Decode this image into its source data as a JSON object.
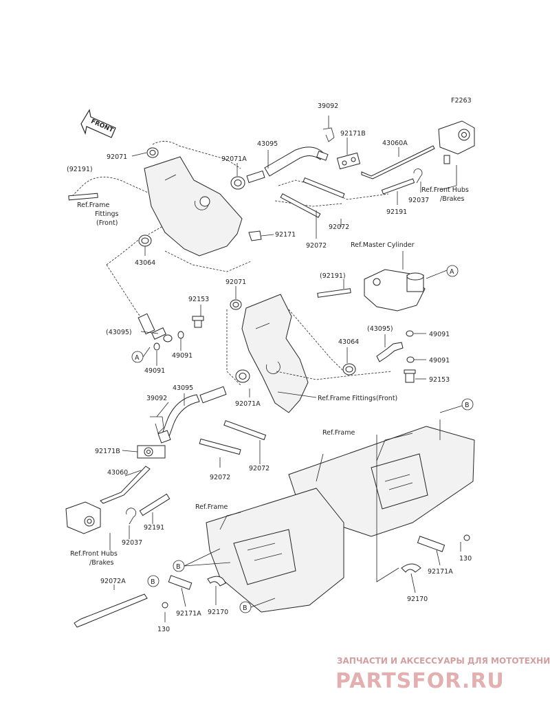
{
  "figure_id": "F2263",
  "front_arrow_label": "FRONT",
  "part_labels": {
    "p39092_top": "39092",
    "p92171B_top": "92171B",
    "p43060A": "43060A",
    "p92071_top": "92071",
    "p43095_top": "43095",
    "p92071A_top": "92071A",
    "p92191_paren_top": "(92191)",
    "p92171": "92171",
    "p92072_top": "92072",
    "p92072_mid": "92072",
    "p92191_top": "92191",
    "p92037_top": "92037",
    "p43064_top": "43064",
    "p92153_left": "92153",
    "p43095_paren_left": "(43095)",
    "p49091_left_a": "49091",
    "p49091_left_b": "49091",
    "p92071_mid": "92071",
    "p92191_paren_mid": "(92191)",
    "p49091_right_a": "49091",
    "p43095_paren_right": "(43095)",
    "p43064_mid": "43064",
    "p49091_right_b": "49091",
    "p92153_right": "92153",
    "p43095_left": "43095",
    "p92071A_mid": "92071A",
    "p39092_left": "39092",
    "p92171B_left": "92171B",
    "p43060": "43060",
    "p92072_low_a": "92072",
    "p92072_low_b": "92072",
    "p92037_left": "92037",
    "p92191_left": "92191",
    "p92072A": "92072A",
    "p130_left": "130",
    "p92171A_left": "92171A",
    "p92170_left": "92170",
    "p130_right": "130",
    "p92171A_right": "92171A",
    "p92170_right": "92170"
  },
  "reference_labels": {
    "ref_frame_fittings_l1": "Ref.Frame",
    "ref_frame_fittings_l2": "Fittings",
    "ref_frame_fittings_l3": "(Front)",
    "ref_front_hubs_top_l1": "Ref.Front Hubs",
    "ref_front_hubs_top_l2": "/Brakes",
    "ref_master_cylinder": "Ref.Master Cylinder",
    "ref_frame_fittings_front": "Ref.Frame Fittings(Front)",
    "ref_frame_mid": "Ref.Frame",
    "ref_frame_low": "Ref.Frame",
    "ref_front_hubs_low_l1": "Ref.Front Hubs",
    "ref_front_hubs_low_l2": "/Brakes"
  },
  "callouts": {
    "a1": "A",
    "a2": "A",
    "b1": "B",
    "b2": "B",
    "b3": "B",
    "b4": "B"
  },
  "watermark": {
    "line1": "ЗАПЧАСТИ И АКСЕССУАРЫ ДЛЯ МОТОТЕХНИКИ",
    "line2": "PARTSFOR.RU"
  }
}
